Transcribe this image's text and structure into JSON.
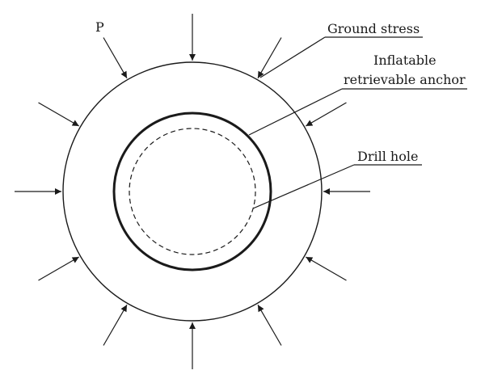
{
  "diagram": {
    "force_label": "P",
    "labels": {
      "ground_stress": "Ground stress",
      "anchor_line1": "Inflatable",
      "anchor_line2": "retrievable anchor",
      "drill_hole": "Drill hole"
    }
  }
}
